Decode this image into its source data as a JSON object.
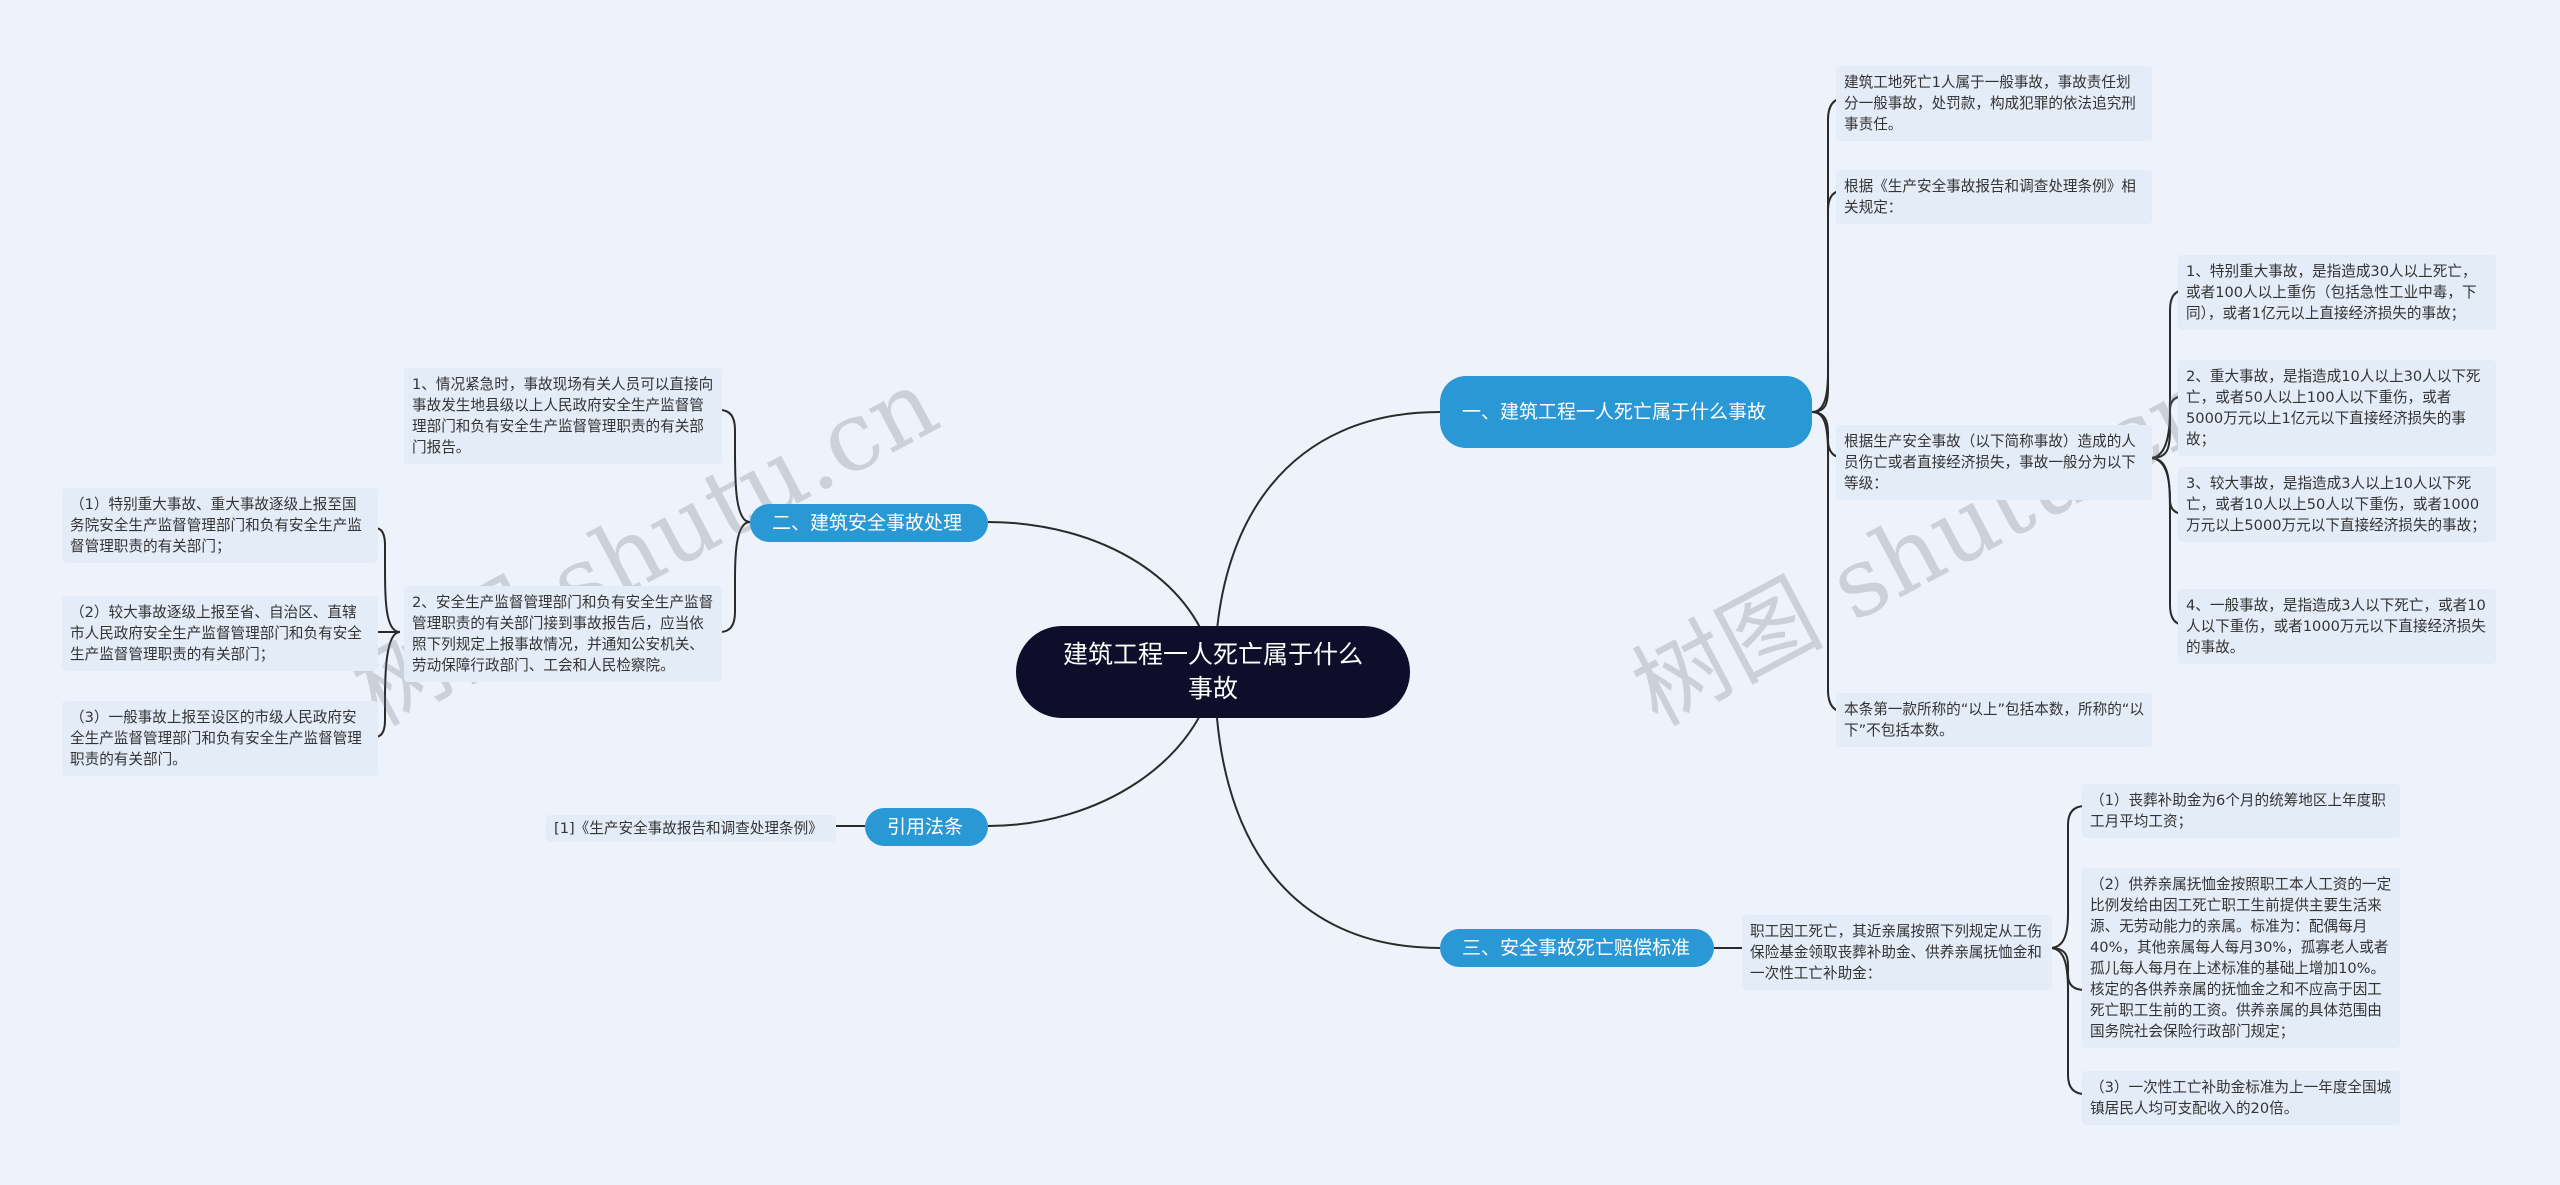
{
  "root": "建筑工程一人死亡属于什么事故",
  "branches": {
    "b1": "一、建筑工程一人死亡属于什么事故",
    "b2": "二、建筑安全事故处理",
    "b3": "引用法条",
    "b4": "三、安全事故死亡赔偿标准"
  },
  "leaves": {
    "r1": "建筑工地死亡1人属于一般事故，事故责任划分一般事故，处罚款，构成犯罪的依法追究刑事责任。",
    "r2": "根据《生产安全事故报告和调查处理条例》相关规定：",
    "r3": "根据生产安全事故（以下简称事故）造成的人员伤亡或者直接经济损失，事故一般分为以下等级：",
    "r3a": "1、特别重大事故，是指造成30人以上死亡，或者100人以上重伤（包括急性工业中毒，下同），或者1亿元以上直接经济损失的事故；",
    "r3b": "2、重大事故，是指造成10人以上30人以下死亡，或者50人以上100人以下重伤，或者5000万元以上1亿元以下直接经济损失的事故；",
    "r3c": "3、较大事故，是指造成3人以上10人以下死亡，或者10人以上50人以下重伤，或者1000万元以上5000万元以下直接经济损失的事故；",
    "r3d": "4、一般事故，是指造成3人以下死亡，或者10人以下重伤，或者1000万元以下直接经济损失的事故。",
    "r4": "本条第一款所称的“以上”包括本数，所称的“以下”不包括本数。",
    "l1": "1、情况紧急时，事故现场有关人员可以直接向事故发生地县级以上人民政府安全生产监督管理部门和负有安全生产监督管理职责的有关部门报告。",
    "l2": "2、安全生产监督管理部门和负有安全生产监督管理职责的有关部门接到事故报告后，应当依照下列规定上报事故情况，并通知公安机关、劳动保障行政部门、工会和人民检察院。",
    "l2a": "（1）特别重大事故、重大事故逐级上报至国务院安全生产监督管理部门和负有安全生产监督管理职责的有关部门；",
    "l2b": "（2）较大事故逐级上报至省、自治区、直辖市人民政府安全生产监督管理部门和负有安全生产监督管理职责的有关部门；",
    "l2c": "（3）一般事故上报至设区的市级人民政府安全生产监督管理部门和负有安全生产监督管理职责的有关部门。",
    "c1": "[1]《生产安全事故报告和调查处理条例》",
    "p1": "职工因工死亡，其近亲属按照下列规定从工伤保险基金领取丧葬补助金、供养亲属抚恤金和一次性工亡补助金：",
    "p1a": "（1）丧葬补助金为6个月的统筹地区上年度职工月平均工资；",
    "p1b": "（2）供养亲属抚恤金按照职工本人工资的一定比例发给由因工死亡职工生前提供主要生活来源、无劳动能力的亲属。标准为：配偶每月40%，其他亲属每人每月30%，孤寡老人或者孤儿每人每月在上述标准的基础上增加10%。核定的各供养亲属的抚恤金之和不应高于因工死亡职工生前的工资。供养亲属的具体范围由国务院社会保险行政部门规定；",
    "p1c": "（3）一次性工亡补助金标准为上一年度全国城镇居民人均可支配收入的20倍。"
  },
  "watermark": [
    "树图 shutu.cn",
    "树图 shutu.cn"
  ],
  "colors": {
    "background": "#eef3fb",
    "root": "#0f0e2a",
    "branch": "#2b98d6",
    "leaf": "#e4ecf8",
    "line": "#2a2a2a"
  }
}
